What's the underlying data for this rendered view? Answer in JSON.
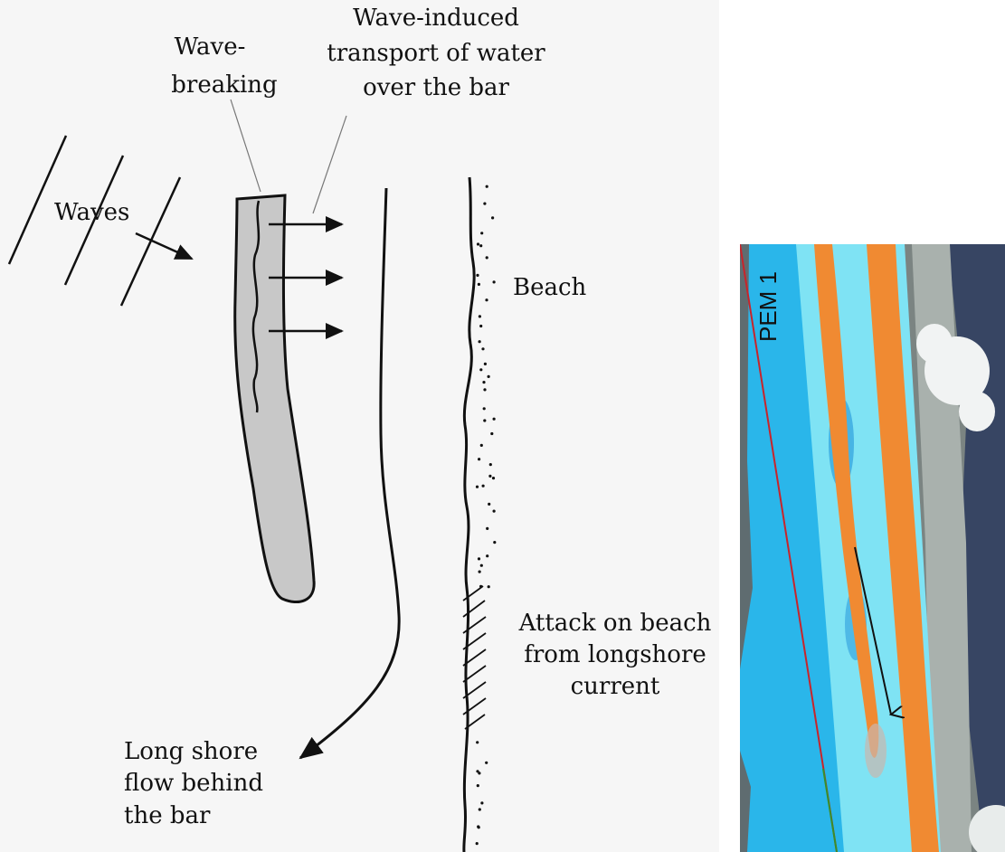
{
  "diagram": {
    "labels": {
      "wave_breaking_1": "Wave-",
      "wave_breaking_2": "breaking",
      "transport_1": "Wave-induced",
      "transport_2": "transport of water",
      "transport_3": "over the bar",
      "waves": "Waves",
      "beach": "Beach",
      "attack_1": "Attack on beach",
      "attack_2": "from longshore",
      "attack_3": "current",
      "flow_1": "Long shore",
      "flow_2": "flow behind",
      "flow_3": "the bar"
    }
  },
  "photo": {
    "profile_label": "PEM 1",
    "colors": {
      "deep_water": "#2ab6ea",
      "shallow_water": "#7fe3f4",
      "bar": "#f08a32",
      "profile_line": "#c8242a",
      "land": "#7b8482",
      "dark_land": "#2c3a5e"
    }
  }
}
